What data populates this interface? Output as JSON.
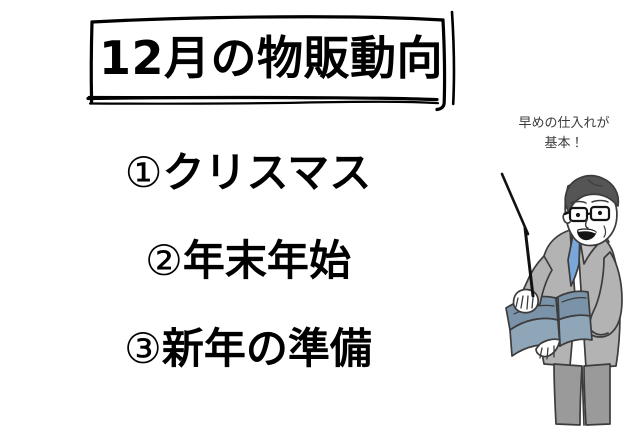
{
  "slide": {
    "title": "12月の物販動向",
    "items": [
      {
        "number": "①",
        "label": "クリスマス"
      },
      {
        "number": "②",
        "label": "年末年始"
      },
      {
        "number": "③",
        "label": "新年の準備"
      }
    ],
    "caption": {
      "line1": "早めの仕入れが",
      "line2": "基本！"
    },
    "colors": {
      "background": "#ffffff",
      "ink": "#000000",
      "caption_text": "#3b3b3b",
      "suit": "#b3b3b3",
      "trousers": "#9a9a9a",
      "hair": "#555555",
      "skin": "#ffffff",
      "tie": "#7aa7d9",
      "book": "#7b93a8",
      "outline": "#3c3c3c"
    },
    "illustration": {
      "subject": "businessman-presenter",
      "holds": [
        "pointer-stick",
        "open-book"
      ],
      "wears": [
        "eyeglasses",
        "suit",
        "necktie"
      ]
    }
  }
}
